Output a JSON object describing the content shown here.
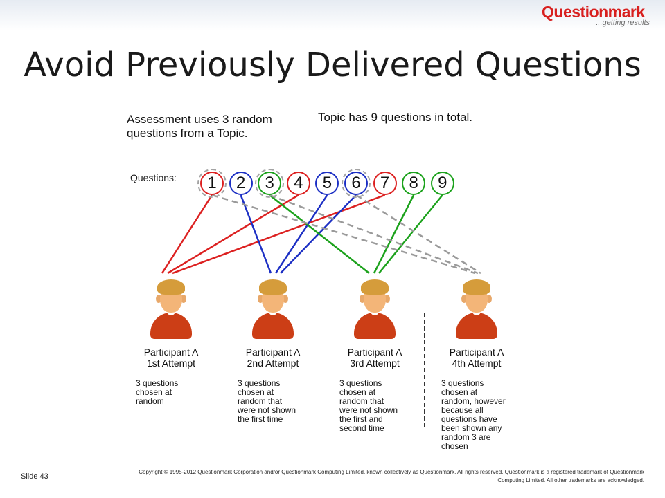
{
  "logo": {
    "main": "Questionmark",
    "tagline": "...getting results"
  },
  "slide": {
    "title": "Avoid Previously Delivered Questions"
  },
  "diagram": {
    "assessment_text": "Assessment uses 3 random questions from a Topic.",
    "topic_text": "Topic has 9 questions in total.",
    "questions_label": "Questions:",
    "questions": [
      {
        "label": "1",
        "color": "#dc2020",
        "previously_delivered": true
      },
      {
        "label": "2",
        "color": "#1c2fc4",
        "previously_delivered": false
      },
      {
        "label": "3",
        "color": "#1ca21c",
        "previously_delivered": true
      },
      {
        "label": "4",
        "color": "#dc2020",
        "previously_delivered": false
      },
      {
        "label": "5",
        "color": "#1c2fc4",
        "previously_delivered": false
      },
      {
        "label": "6",
        "color": "#1c2fc4",
        "previously_delivered": true
      },
      {
        "label": "7",
        "color": "#dc2020",
        "previously_delivered": false
      },
      {
        "label": "8",
        "color": "#1ca21c",
        "previously_delivered": false
      },
      {
        "label": "9",
        "color": "#1ca21c",
        "previously_delivered": false
      }
    ],
    "participants": [
      {
        "name": "Participant A",
        "attempt": "1st Attempt",
        "description": "3 questions chosen at random",
        "questions": [
          "1",
          "4",
          "7"
        ],
        "line_color": "#dc2020",
        "line_style": "solid"
      },
      {
        "name": "Participant A",
        "attempt": "2nd Attempt",
        "description": "3 questions chosen at random that were not shown the first time",
        "questions": [
          "2",
          "5",
          "6"
        ],
        "line_color": "#1c2fc4",
        "line_style": "solid"
      },
      {
        "name": "Participant A",
        "attempt": "3rd Attempt",
        "description": "3 questions chosen at random that were not shown the first and second time",
        "questions": [
          "3",
          "8",
          "9"
        ],
        "line_color": "#1ca21c",
        "line_style": "solid"
      },
      {
        "name": "Participant A",
        "attempt": "4th Attempt",
        "description": "3 questions chosen at random, however because all questions have been shown any random 3 are chosen",
        "questions": [
          "1",
          "3",
          "6"
        ],
        "line_color": "#9a9a9a",
        "line_style": "dashed"
      }
    ]
  },
  "footer": {
    "slide_number": "Slide  43",
    "copyright": "Copyright © 1995-2012 Questionmark Corporation and/or Questionmark Computing Limited, known collectively as Questionmark. All rights reserved. Questionmark is a registered trademark of Questionmark Computing Limited. All other trademarks are acknowledged."
  }
}
